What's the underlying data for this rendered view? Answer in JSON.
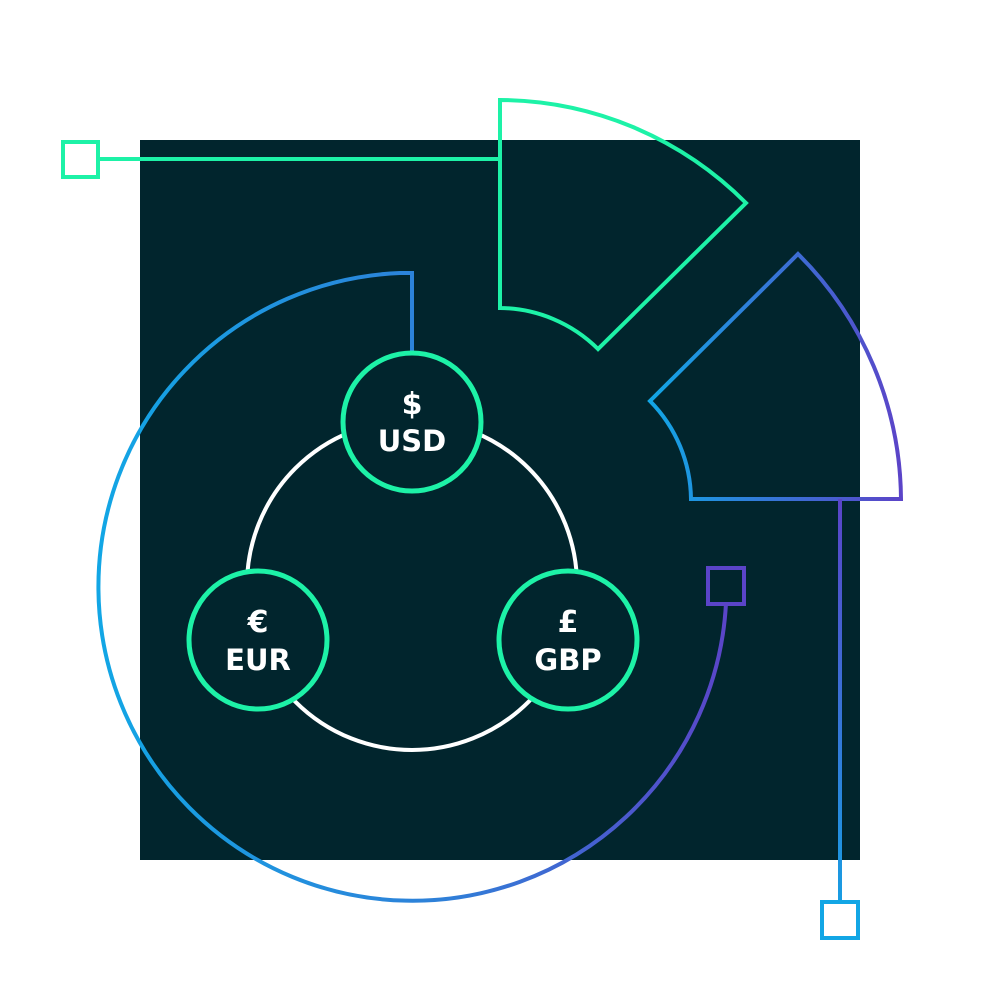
{
  "currencies": [
    {
      "symbol": "$",
      "code": "USD"
    },
    {
      "symbol": "€",
      "code": "EUR"
    },
    {
      "symbol": "£",
      "code": "GBP"
    }
  ],
  "colors": {
    "panel": "#01252D",
    "green": "#1DF2A7",
    "blue": "#12A6E5",
    "purple": "#5B44C8",
    "white": "#FFFFFF"
  }
}
